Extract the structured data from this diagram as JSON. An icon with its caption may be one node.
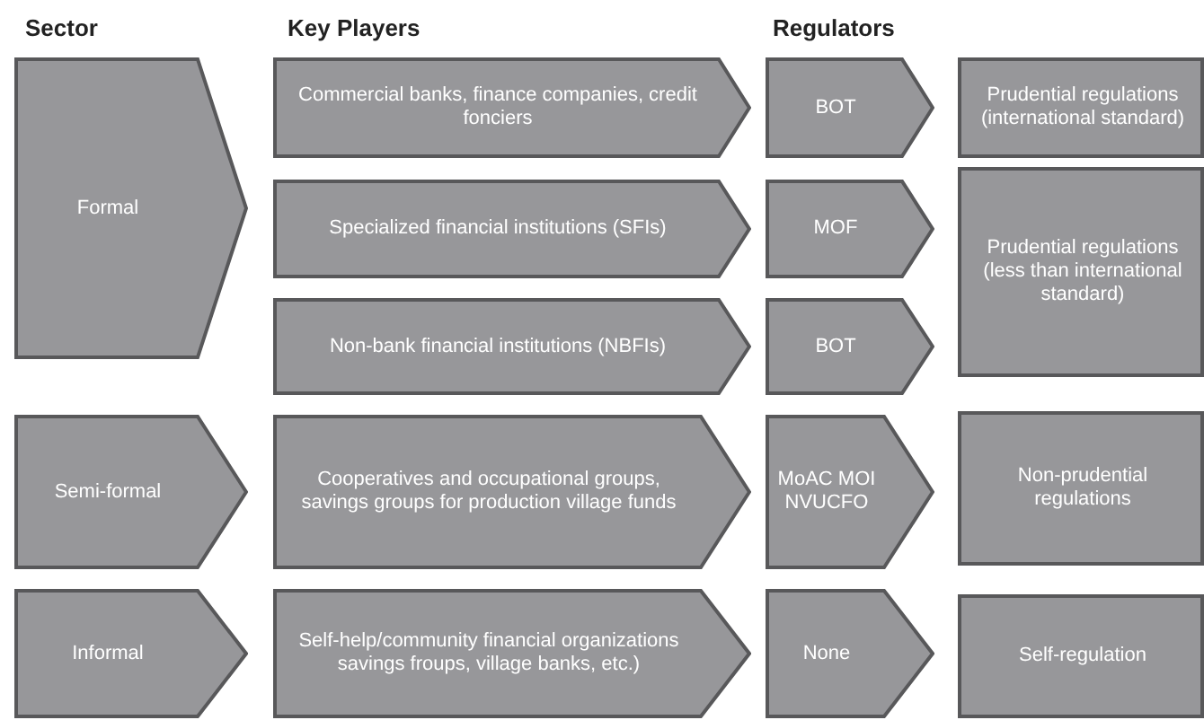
{
  "diagram": {
    "nodes": [
      {
        "text": [
          "Formal"
        ]
      },
      {
        "text": [
          "Commercial banks, finance companies, credit fonciers"
        ]
      },
      {
        "text": [
          "BOT"
        ]
      },
      {
        "text": [
          "Prudential regulations (international standard)"
        ]
      },
      {
        "text": [
          "Specialized financial institutions (SFIs)"
        ]
      },
      {
        "text": [
          "MOF"
        ]
      },
      {
        "text": [
          "Prudential regulations (less than international standard)"
        ]
      },
      {
        "text": [
          "Non-bank financial institutions (NBFIs)"
        ]
      },
      {
        "text": [
          "BOT"
        ]
      },
      {
        "text": [
          "Semi-formal"
        ]
      },
      {
        "text": [
          "Cooperatives and occupational groups, savings groups for production village funds"
        ]
      },
      {
        "text": [
          "MoAC MOI NVUCFO"
        ]
      },
      {
        "text": [
          "Non-prudential regulations"
        ]
      },
      {
        "text": [
          "Informal"
        ]
      },
      {
        "text": [
          "Self-help/community financial organizations savings froups, village banks, etc.)"
        ]
      },
      {
        "text": [
          "None"
        ]
      },
      {
        "text": [
          "Self-regulation"
        ]
      }
    ],
    "labels": [
      "Sector",
      "Key Players",
      "Regulators"
    ]
  }
}
